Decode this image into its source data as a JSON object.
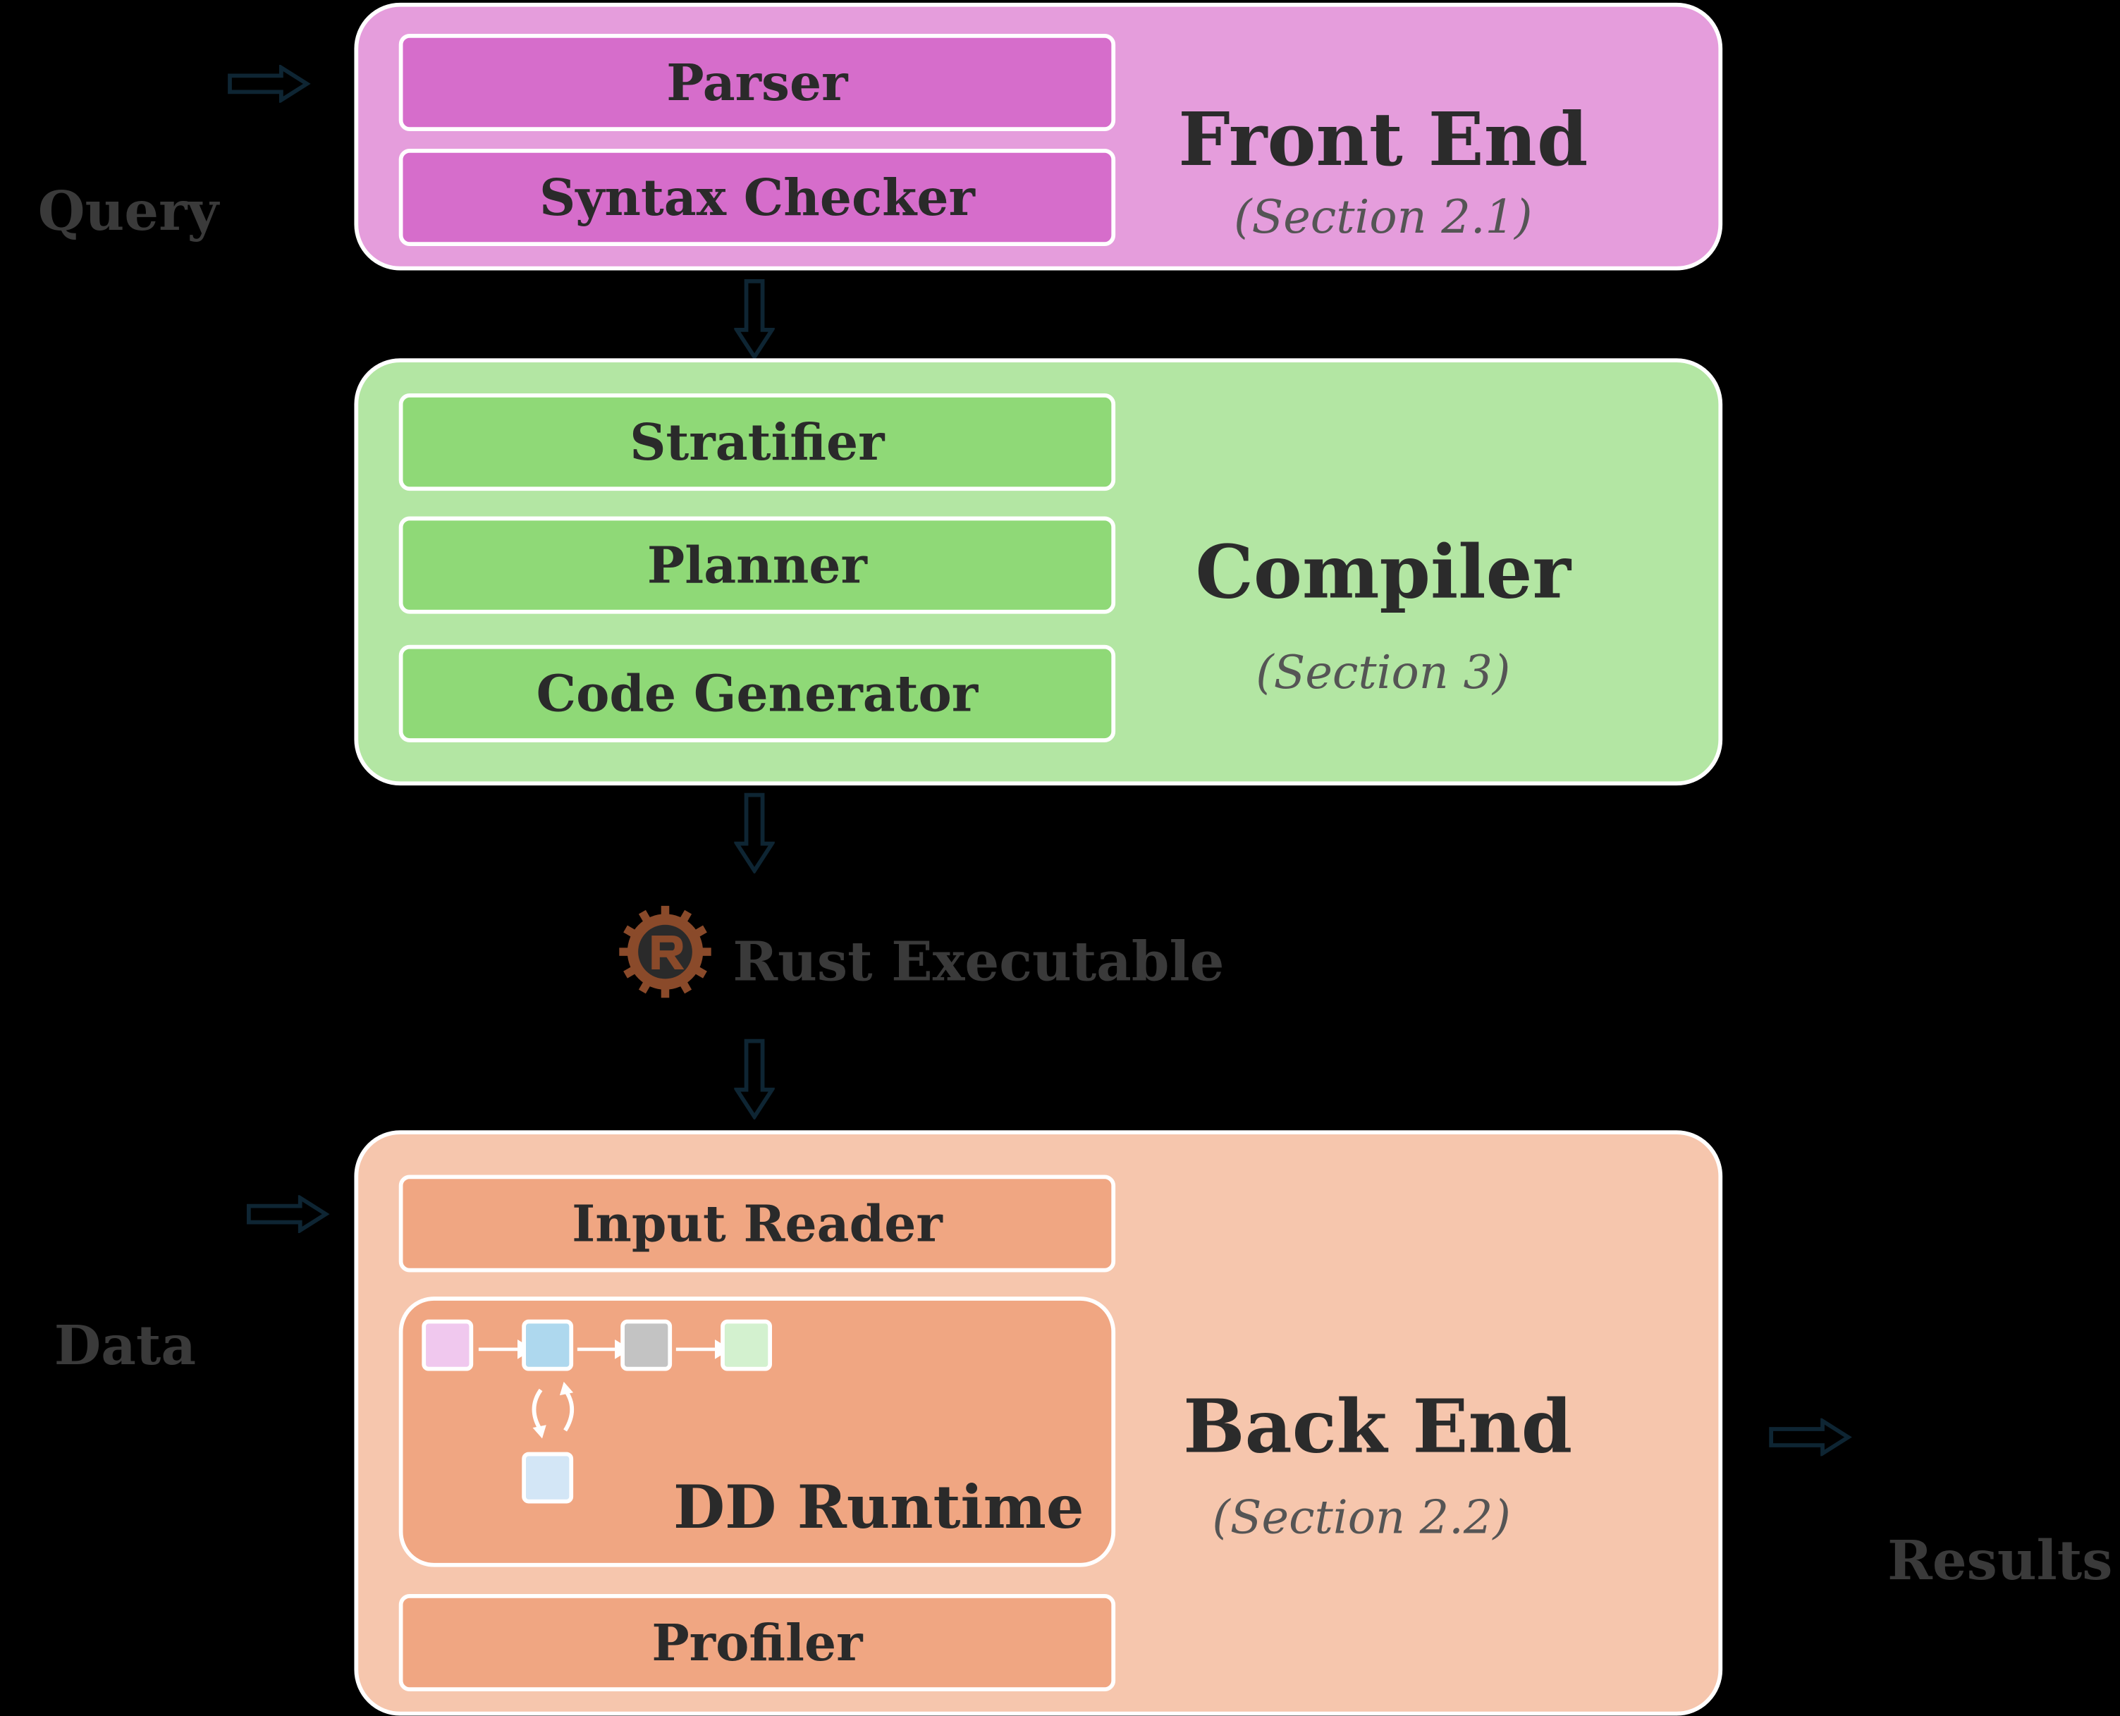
{
  "inputs": {
    "query": "Query",
    "data": "Data"
  },
  "output": {
    "results": "Results"
  },
  "front_end": {
    "title": "Front End",
    "section": "(Section 2.1)",
    "modules": [
      "Parser",
      "Syntax Checker"
    ],
    "color": "#e59ddc",
    "module_color": "#d66dcb"
  },
  "compiler": {
    "title": "Compiler",
    "section": "(Section 3)",
    "modules": [
      "Stratifier",
      "Planner",
      "Code Generator"
    ],
    "color": "#b3e6a3",
    "module_color": "#8fd977"
  },
  "artifact": {
    "label": "Rust Executable",
    "icon": "rust-gear-icon"
  },
  "back_end": {
    "title": "Back End",
    "section": "(Section 2.2)",
    "modules": [
      "Input Reader",
      "Profiler"
    ],
    "runtime": {
      "label": "DD Runtime",
      "node_colors": [
        "#f0c8ee",
        "#aed8ee",
        "#c3c3c3",
        "#d3f1cf",
        "#d3e6f6"
      ]
    },
    "color": "#f6c6ad",
    "module_color": "#f0a682"
  },
  "colors": {
    "arrow": "#0e2533",
    "background": "#000000"
  }
}
